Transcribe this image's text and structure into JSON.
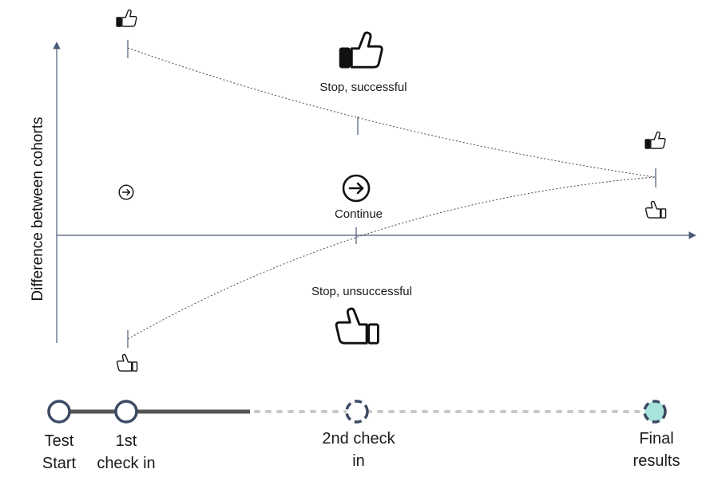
{
  "axes": {
    "y_label": "Difference between cohorts"
  },
  "zones": {
    "success": "Stop, successful",
    "continue": "Continue",
    "fail": "Stop, unsuccessful"
  },
  "timeline": {
    "start_line1": "Test",
    "start_line2": "Start",
    "check1_line1": "1st",
    "check1_line2": "check in",
    "check2_line1": "2nd check",
    "check2_line2": "in",
    "final_line1": "Final",
    "final_line2": "results"
  },
  "colors": {
    "axis": "#4a5b76",
    "node": "#3c4a63",
    "final_fill": "#a8e4dc",
    "dotted": "#c8c8c8",
    "ink": "#111111"
  },
  "icons": [
    "thumbs-up-icon",
    "thumbs-down-icon",
    "arrow-right-circle-icon"
  ]
}
